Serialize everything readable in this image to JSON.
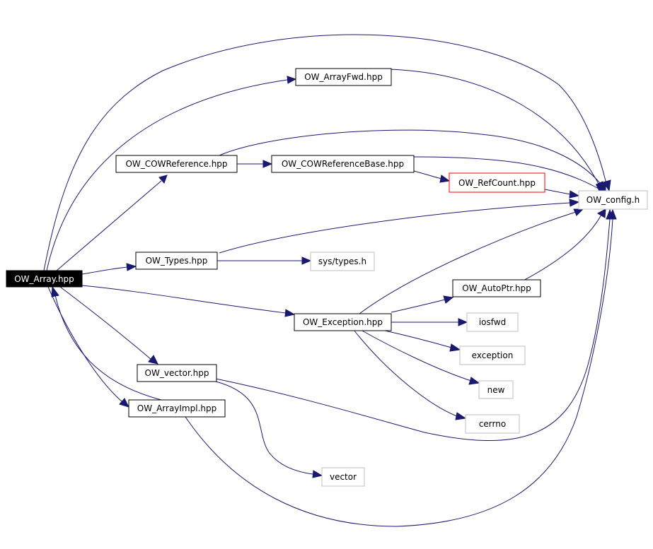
{
  "colors": {
    "edge": "#191970",
    "border_normal": "#000000",
    "border_external": "#bfbfbf",
    "border_truncated": "#ff0000",
    "root_fill": "#000000",
    "root_text": "#ffffff"
  },
  "nodes": {
    "ow_array": "OW_Array.hpp",
    "ow_arrayfwd": "OW_ArrayFwd.hpp",
    "ow_cowreference": "OW_COWReference.hpp",
    "ow_cowreferencebase": "OW_COWReferenceBase.hpp",
    "ow_refcount": "OW_RefCount.hpp",
    "ow_config": "OW_config.h",
    "ow_types": "OW_Types.hpp",
    "sys_types": "sys/types.h",
    "ow_autoptr": "OW_AutoPtr.hpp",
    "ow_exception": "OW_Exception.hpp",
    "iosfwd": "iosfwd",
    "exception": "exception",
    "new": "new",
    "cerrno": "cerrno",
    "ow_vector": "OW_vector.hpp",
    "ow_arrayimpl": "OW_ArrayImpl.hpp",
    "vector": "vector"
  }
}
